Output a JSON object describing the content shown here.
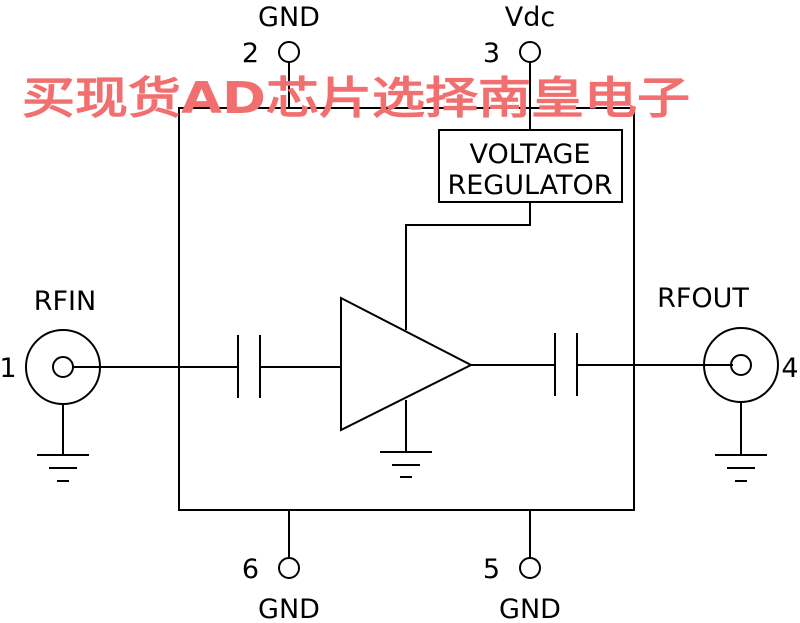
{
  "pins": [
    {
      "number": "1",
      "name": "RFIN"
    },
    {
      "number": "2",
      "name": "GND"
    },
    {
      "number": "3",
      "name": "Vdc"
    },
    {
      "number": "4",
      "name": "RFOUT"
    },
    {
      "number": "5",
      "name": "GND"
    },
    {
      "number": "6",
      "name": "GND"
    }
  ],
  "regulator": {
    "line1": "VOLTAGE",
    "line2": "REGULATOR"
  },
  "watermark": "买现货AD芯片选择南皇电子",
  "colors": {
    "watermark": "#f26f6f",
    "lines": "#000000"
  }
}
